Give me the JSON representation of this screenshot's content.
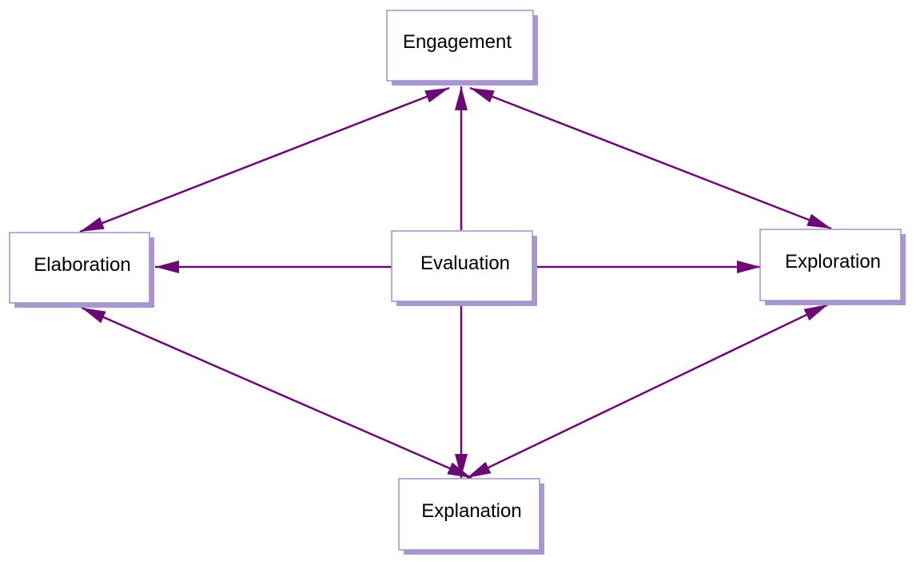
{
  "colors": {
    "edge": "#6b0a72",
    "node_border": "#a48fc9",
    "node_shadow": "#a896cf",
    "node_fill": "#ffffff",
    "text": "#000000"
  },
  "nodes": {
    "engagement": {
      "label": "Engagement"
    },
    "elaboration": {
      "label": "Elaboration"
    },
    "evaluation": {
      "label": "Evaluation"
    },
    "exploration": {
      "label": "Exploration"
    },
    "explanation": {
      "label": "Explanation"
    }
  },
  "edges": [
    {
      "from": "evaluation",
      "to": "engagement",
      "direction": "forward"
    },
    {
      "from": "evaluation",
      "to": "elaboration",
      "direction": "forward"
    },
    {
      "from": "evaluation",
      "to": "exploration",
      "direction": "forward"
    },
    {
      "from": "evaluation",
      "to": "explanation",
      "direction": "forward"
    },
    {
      "from": "engagement",
      "to": "elaboration",
      "direction": "both"
    },
    {
      "from": "engagement",
      "to": "exploration",
      "direction": "both"
    },
    {
      "from": "elaboration",
      "to": "explanation",
      "direction": "both"
    },
    {
      "from": "exploration",
      "to": "explanation",
      "direction": "both"
    }
  ]
}
